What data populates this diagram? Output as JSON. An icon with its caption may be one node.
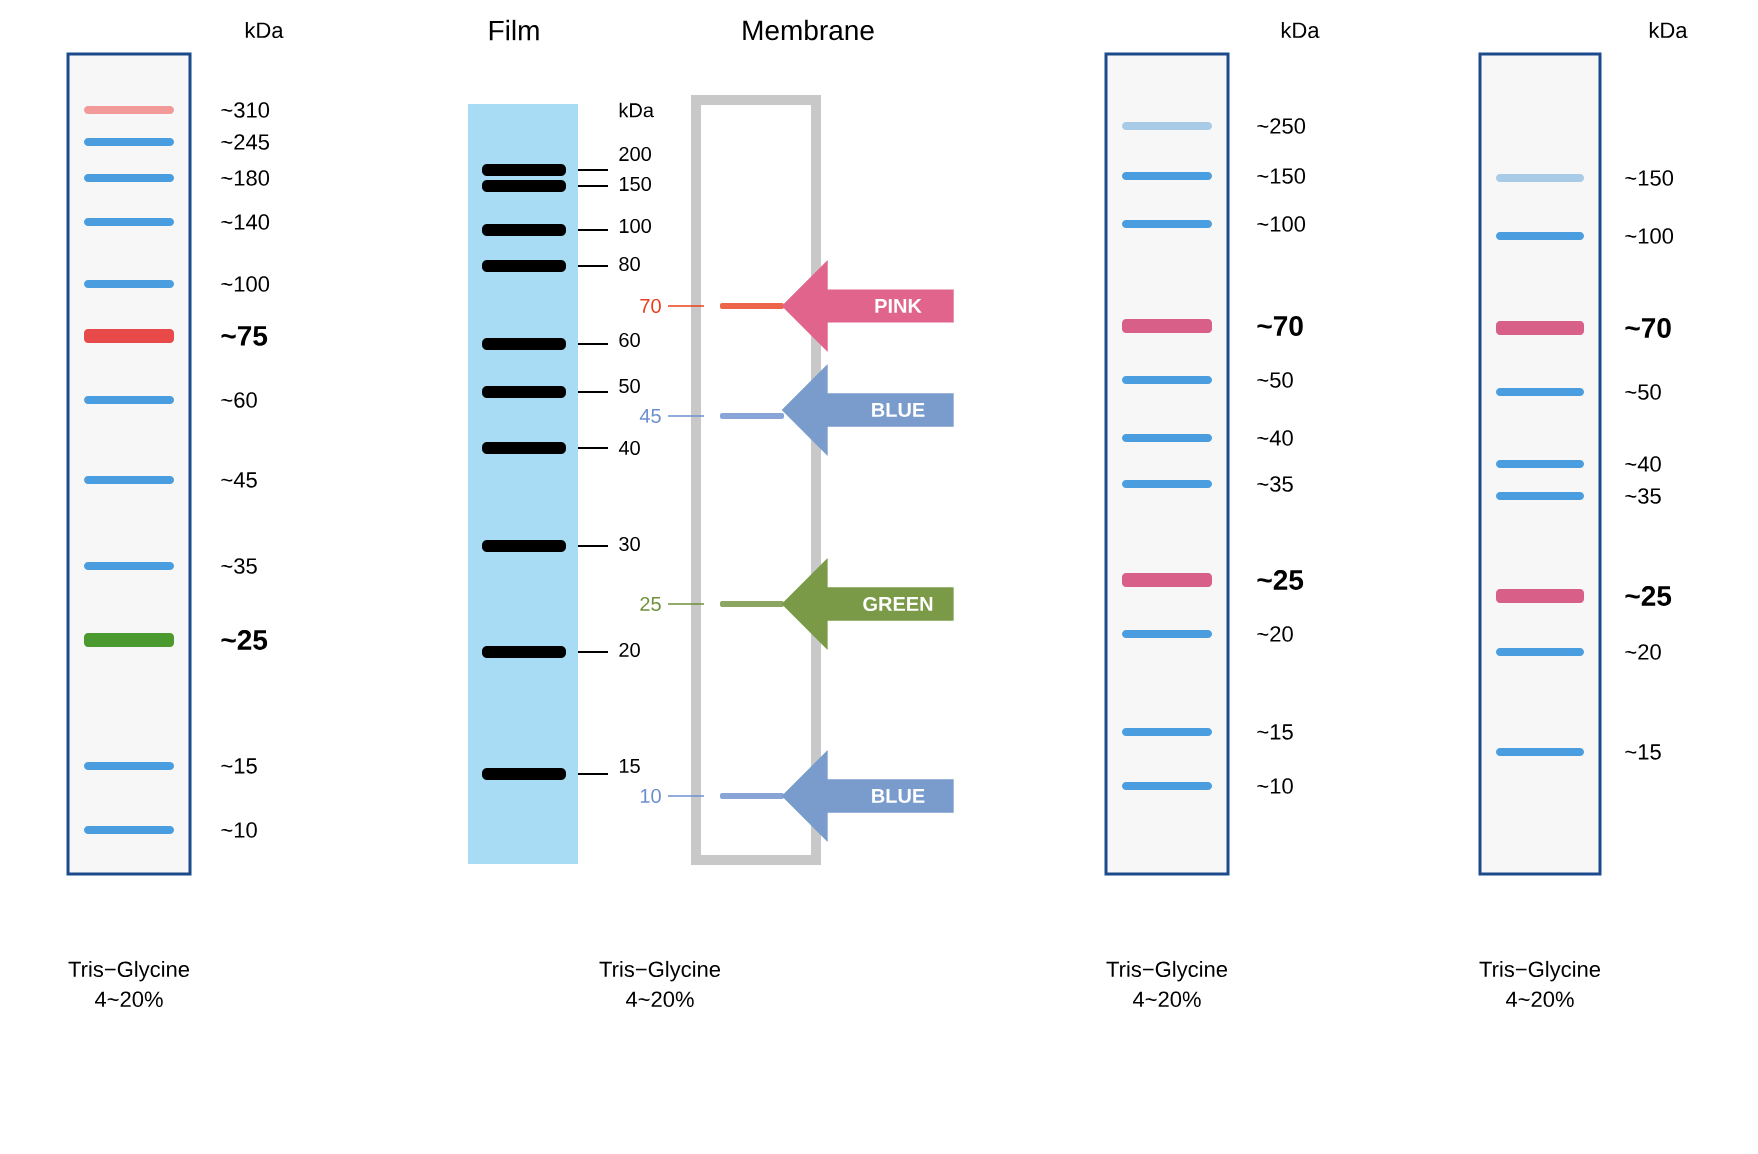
{
  "diagram": {
    "nodes": [
      {
        "text": [],
        "shape": "box",
        "beside": [
          "kDa",
          "~310",
          "~245",
          "~180",
          "~140",
          "~100",
          "~75",
          "~60",
          "~45",
          "~35",
          "~25",
          "~15",
          "~10",
          "Tris−Glycine 4~20%"
        ]
      },
      {
        "text": [
          "Film"
        ],
        "beside": [
          "kDa",
          "200",
          "150",
          "100",
          "80",
          "60",
          "50",
          "40",
          "30",
          "20",
          "15"
        ]
      },
      {
        "text": [
          "Membrane"
        ],
        "beside": [
          "70",
          "45",
          "25",
          "10"
        ]
      },
      {
        "text": [
          "PINK"
        ]
      },
      {
        "text": [
          "BLUE"
        ]
      },
      {
        "text": [
          "GREEN"
        ]
      },
      {
        "text": [
          "BLUE"
        ]
      },
      {
        "text": [],
        "shape": "box",
        "beside": [
          "kDa",
          "~250",
          "~150",
          "~100",
          "~70",
          "~50",
          "~40",
          "~35",
          "~25",
          "~20",
          "~15",
          "~10",
          "Tris−Glycine 4~20%"
        ]
      },
      {
        "text": [],
        "shape": "box",
        "beside": [
          "kDa",
          "~150",
          "~100",
          "~70",
          "~50",
          "~40",
          "~35",
          "~25",
          "~20",
          "~15",
          "Tris−Glycine 4~20%"
        ]
      }
    ],
    "labels": [
      "Tris−Glycine 4~20%"
    ]
  }
}
